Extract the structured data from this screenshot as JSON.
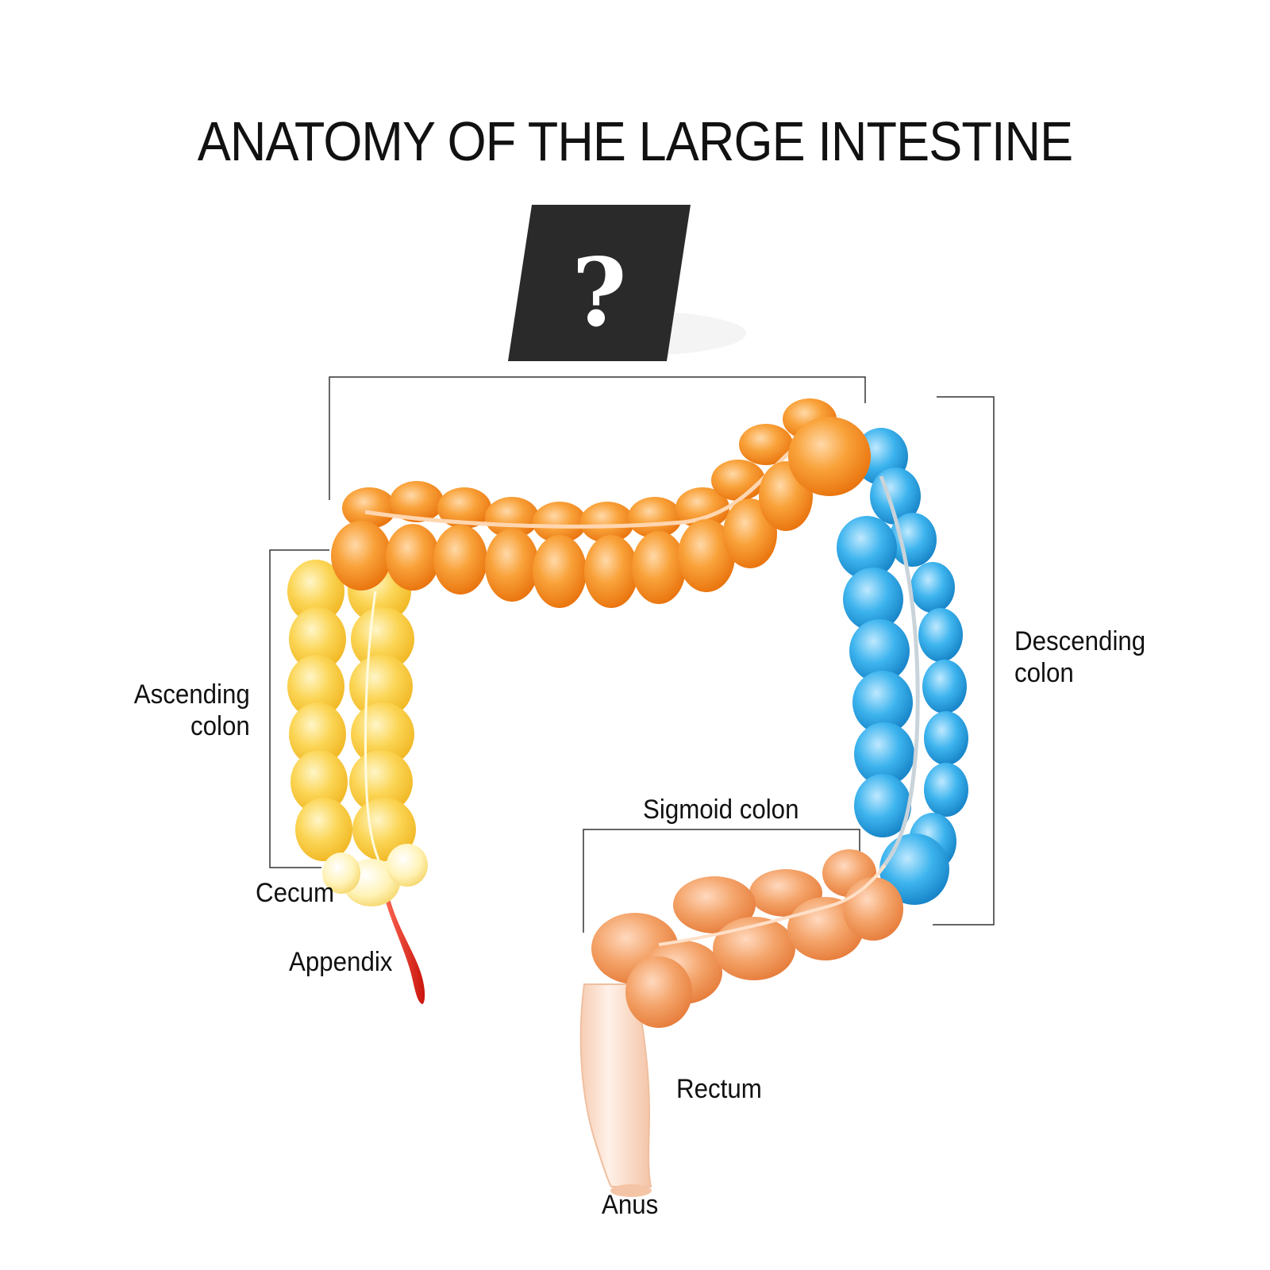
{
  "title": "ANATOMY OF THE LARGE INTESTINE",
  "unknown_label": "?",
  "labels": {
    "ascending": [
      "Ascending",
      "colon"
    ],
    "descending": [
      "Descending",
      "colon"
    ],
    "sigmoid": "Sigmoid colon",
    "cecum": "Cecum",
    "appendix": "Appendix",
    "rectum": "Rectum",
    "anus": "Anus"
  },
  "colors": {
    "transverse": "#f7931e",
    "ascending": "#f9cf45",
    "descending": "#29a9e8",
    "sigmoid": "#f29a5a",
    "appendix": "#e8261c",
    "rectum": "#f9d6c0",
    "question_box": "#2a2a2a"
  }
}
